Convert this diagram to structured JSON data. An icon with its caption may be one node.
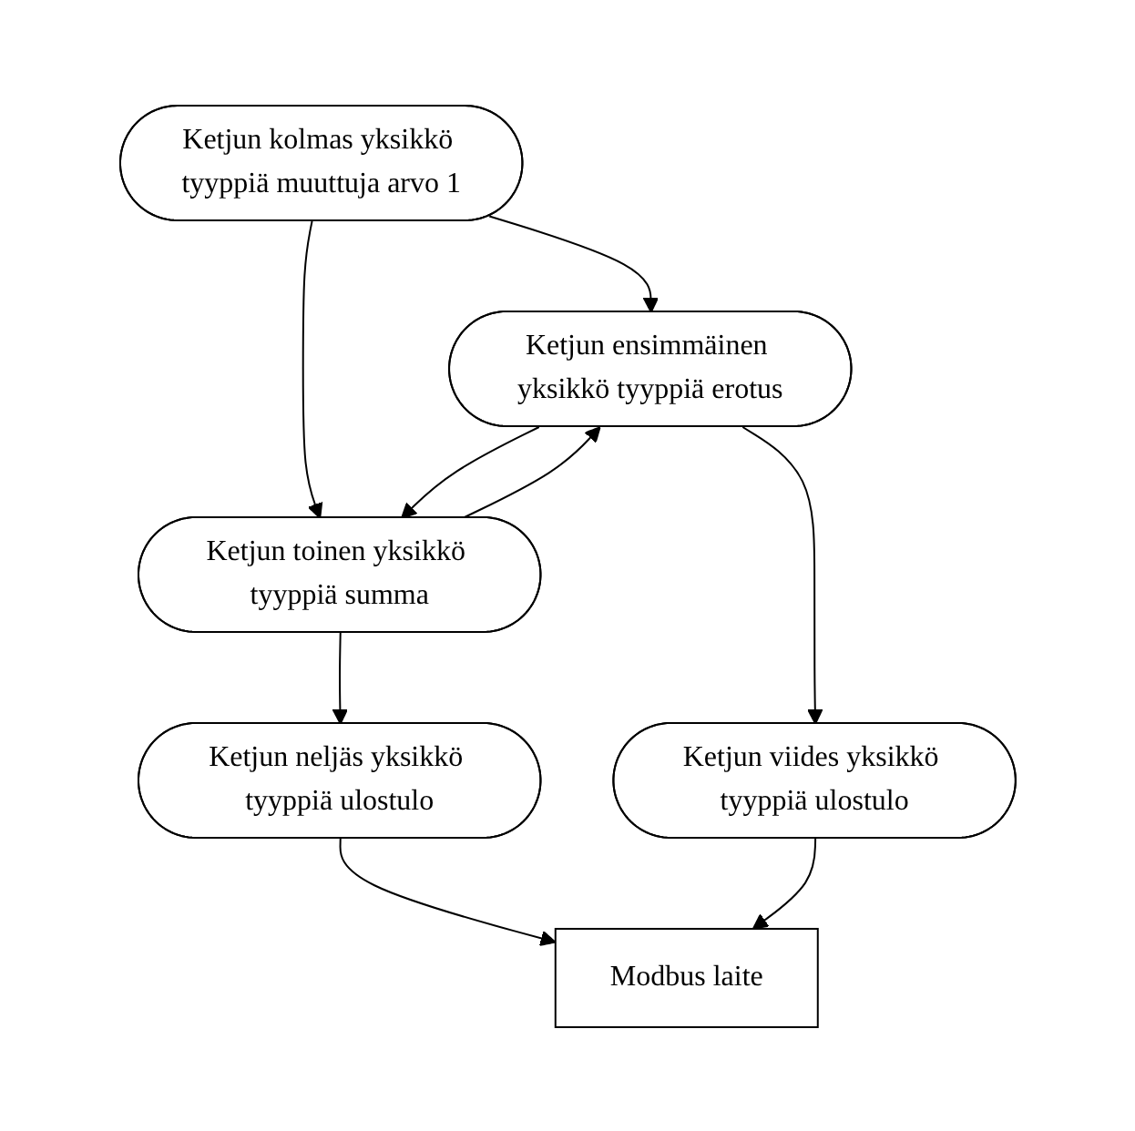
{
  "diagram": {
    "nodes": [
      {
        "text": [
          "Ketjun kolmas yksikkö tyyppiä muuttuja arvo 1"
        ]
      },
      {
        "text": [
          "Ketjun ensimmäinen yksikkö tyyppiä erotus"
        ]
      },
      {
        "text": [
          "Ketjun toinen yksikkö tyyppiä summa"
        ]
      },
      {
        "text": [
          "Ketjun neljäs yksikkö tyyppiä ulostulo"
        ]
      },
      {
        "text": [
          "Ketjun viides yksikkö tyyppiä ulostulo"
        ]
      },
      {
        "text": [
          "Modbus laite"
        ]
      }
    ],
    "edges": [
      {
        "from": 0,
        "to": 1,
        "arrow": "to"
      },
      {
        "from": 0,
        "to": 2,
        "arrow": "to"
      },
      {
        "from": 1,
        "to": 2,
        "arrow": "to"
      },
      {
        "from": 2,
        "to": 1,
        "arrow": "to"
      },
      {
        "from": 1,
        "to": 4,
        "arrow": "to"
      },
      {
        "from": 2,
        "to": 3,
        "arrow": "to"
      },
      {
        "from": 3,
        "to": 5,
        "arrow": "to"
      },
      {
        "from": 4,
        "to": 5,
        "arrow": "to"
      }
    ]
  }
}
